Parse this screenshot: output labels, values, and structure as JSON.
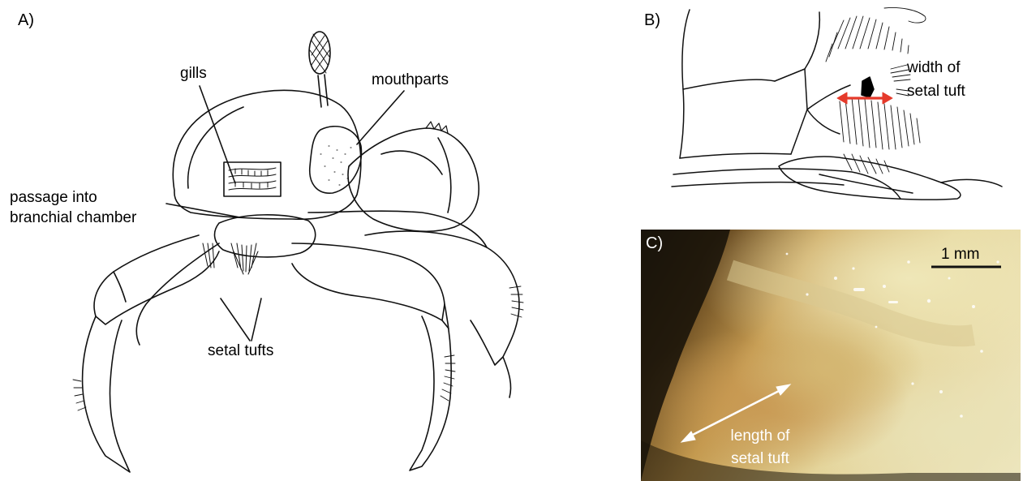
{
  "panels": {
    "a": {
      "letter": "A)",
      "labels": {
        "gills": "gills",
        "mouthparts": "mouthparts",
        "passage_line1": "passage into",
        "passage_line2": "branchial chamber",
        "setal_tufts": "setal tufts"
      }
    },
    "b": {
      "letter": "B)",
      "labels": {
        "width_line1": "width of",
        "width_line2": "setal tuft"
      },
      "arrow_color": "#e53a2b"
    },
    "c": {
      "letter": "C)",
      "scale_bar_label": "1 mm",
      "labels": {
        "length_line1": "length of",
        "length_line2": "setal tuft"
      },
      "arrow_color": "#ffffff"
    }
  }
}
